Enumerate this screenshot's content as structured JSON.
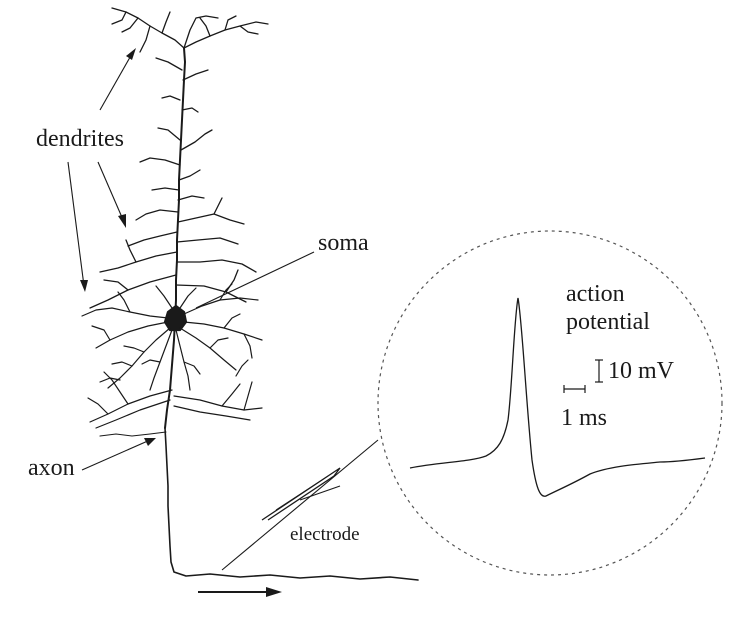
{
  "labels": {
    "dendrites": "dendrites",
    "soma": "soma",
    "axon": "axon",
    "electrode": "electrode",
    "action_potential_line1": "action",
    "action_potential_line2": "potential",
    "voltage_scale": "10 mV",
    "time_scale": "1 ms"
  },
  "colors": {
    "ink": "#1a1a1a",
    "background": "#ffffff",
    "dashed_circle": "#555555"
  }
}
